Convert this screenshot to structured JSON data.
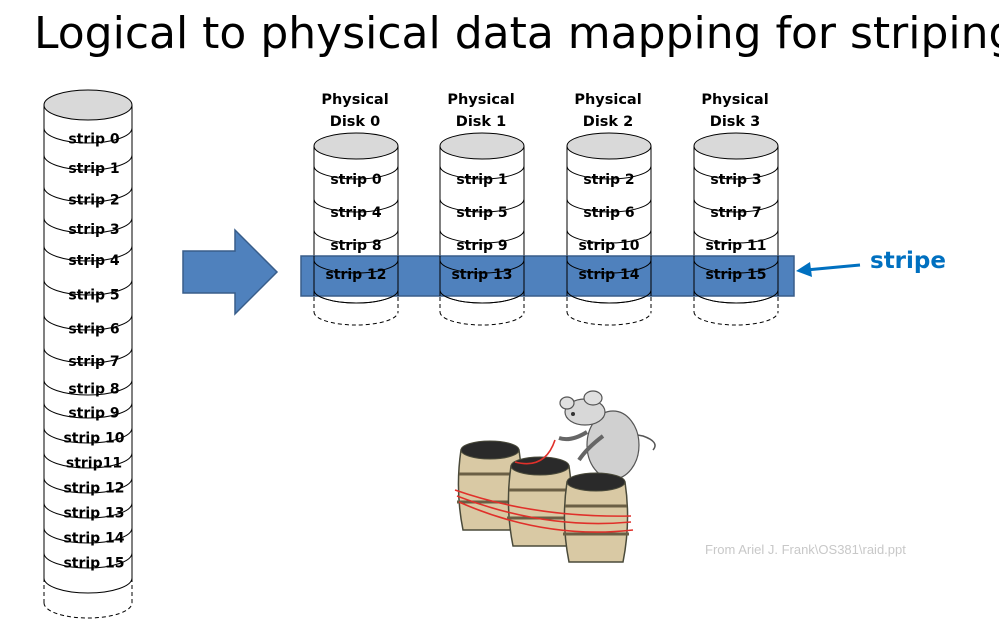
{
  "title": "Logical to physical data mapping for striping",
  "logical_strips": [
    "strip 0",
    "strip 1",
    "strip 2",
    "strip 3",
    "strip 4",
    "strip 5",
    "strip 6",
    "strip 7",
    "strip 8",
    "strip 9",
    "strip 10",
    "strip11",
    "strip 12",
    "strip 13",
    "strip 14",
    "strip 15"
  ],
  "disks": [
    {
      "label_line1": "Physical",
      "label_line2": "Disk 0",
      "strips": [
        "strip 0",
        "strip 4",
        "strip 8",
        "strip 12"
      ]
    },
    {
      "label_line1": "Physical",
      "label_line2": "Disk 1",
      "strips": [
        "strip 1",
        "strip 5",
        "strip 9",
        "strip 13"
      ]
    },
    {
      "label_line1": "Physical",
      "label_line2": "Disk 2",
      "strips": [
        "strip 2",
        "strip 6",
        "strip 10",
        "strip 14"
      ]
    },
    {
      "label_line1": "Physical",
      "label_line2": "Disk 3",
      "strips": [
        "strip 3",
        "strip 7",
        "strip 11",
        "strip 15"
      ]
    }
  ],
  "stripe_label": "stripe",
  "credit": "From Ariel J. Frank\\OS381\\raid.ppt",
  "colors": {
    "stripe_fill": "#4f81bd",
    "stripe_border": "#385d8a",
    "arrow_fill": "#4f81bd",
    "stripe_label": "#0070c0",
    "cylinder_top": "#d9d9d9",
    "credit": "#c8c8c8"
  }
}
